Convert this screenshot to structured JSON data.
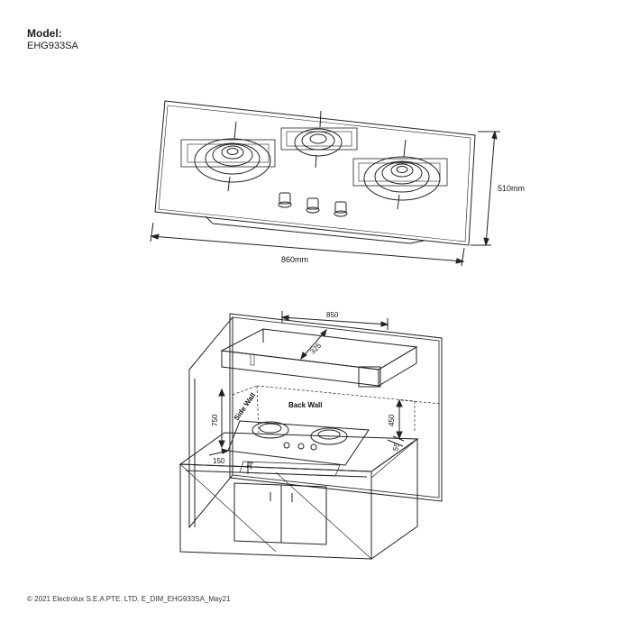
{
  "header": {
    "model_label": "Model:",
    "model_value": "EHG933SA"
  },
  "top_diagram": {
    "width_label": "860mm",
    "depth_label": "510mm"
  },
  "install_diagram": {
    "dim_850": "850",
    "dim_325": "325",
    "dim_750": "750",
    "dim_450": "450",
    "dim_150": "150",
    "dim_55": "55",
    "dim_34": "34",
    "side_wall": "Side Wall",
    "back_wall": "Back Wall"
  },
  "footer": {
    "text": "© 2021 Electrolux S.E.A PTE. LTD.  E_DIM_EHG933SA_May21"
  }
}
